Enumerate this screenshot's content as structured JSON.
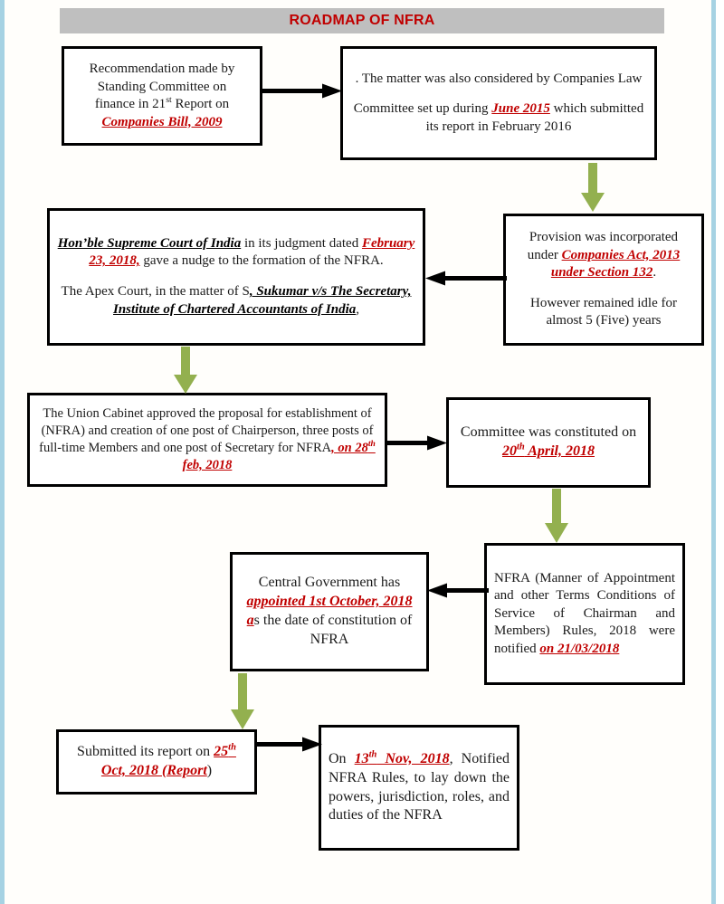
{
  "banner": {
    "title": "ROADMAP OF NFRA"
  },
  "colors": {
    "accent_red": "#C00000",
    "banner_bg": "#BFBFBF",
    "green_arrow": "#93B04F",
    "black_arrow": "#000000",
    "page_edge": "#A6D2E3"
  },
  "nodes": {
    "recommendation": {
      "line1": "Recommendation made by",
      "line2": "Standing Committee on",
      "line3_a": "finance in 21",
      "line3_sup": "st",
      "line3_b": " Report on",
      "line4_red": "Companies Bill, 2009"
    },
    "companies_law": {
      "p1": ". The matter was also considered by Companies Law",
      "p2_a": "Committee set up during ",
      "p2_red": "June 2015",
      "p2_b": " which submitted its report in February 2016"
    },
    "supreme_court": {
      "p1_blk": "Hon’ble Supreme Court of India",
      "p1_a": " in its judgment dated ",
      "p1_red": "February 23, 2018,",
      "p1_b": " gave a nudge to the formation of the NFRA.",
      "p2_a": "The Apex Court, in the matter of S",
      "p2_blk": ", Sukumar v/s The Secretary, Institute of Chartered Accountants of India",
      "p2_b": ","
    },
    "provision": {
      "p1_a": "Provision was incorporated under ",
      "p1_red": "Companies Act, 2013 under Section 132",
      "p1_b": ".",
      "p2": "However remained idle for almost 5 (Five) years"
    },
    "union_cabinet": {
      "p1_a": "The Union Cabinet approved the proposal for establishment of (NFRA) and creation of one post of Chairperson, three posts of full-time Members and one post of Secretary for NFRA",
      "p1_red_a": ", on 28",
      "p1_red_sup": "th",
      "p1_red_b": " feb, 2018"
    },
    "committee_constituted": {
      "p1_a": "Committee was constituted on ",
      "p1_red_a": "20",
      "p1_red_sup": "th",
      "p1_red_b": " April, 2018"
    },
    "nfra_rules": {
      "p1_a": "NFRA (Manner of Appointment and other Terms Conditions of Service of Chairman and Members) Rules, 2018 were notified ",
      "p1_red": "on 21/03/2018"
    },
    "central_government": {
      "p1_a": "Central Government has ",
      "p1_red": "appointed 1st October, 2018 a",
      "p1_b": "s the date of constitution of NFRA"
    },
    "submitted_report": {
      "p1_a": "Submitted its report on ",
      "p1_red_a": "25",
      "p1_red_sup": "th",
      "p1_red_b": " Oct, 2018 (Report",
      "p1_c": ")"
    },
    "notified_rules": {
      "p1_a": "On ",
      "p1_red_a": "13",
      "p1_red_sup": "th",
      "p1_red_b": " Nov, 2018",
      "p1_b": ", Notified NFRA Rules, to lay down the powers, jurisdiction, roles, and duties of the NFRA"
    }
  },
  "arrows": [
    {
      "name": "recommendation-to-companies-law",
      "kind": "black-right"
    },
    {
      "name": "companies-law-to-provision",
      "kind": "green-down"
    },
    {
      "name": "provision-to-supreme-court",
      "kind": "black-left"
    },
    {
      "name": "supreme-court-to-union-cabinet",
      "kind": "green-down"
    },
    {
      "name": "union-cabinet-to-committee",
      "kind": "black-right"
    },
    {
      "name": "committee-to-nfra-rules",
      "kind": "green-down"
    },
    {
      "name": "nfra-rules-to-central-government",
      "kind": "black-left"
    },
    {
      "name": "central-government-to-submitted-report",
      "kind": "green-down"
    },
    {
      "name": "submitted-report-to-notified-rules",
      "kind": "black-right"
    }
  ]
}
